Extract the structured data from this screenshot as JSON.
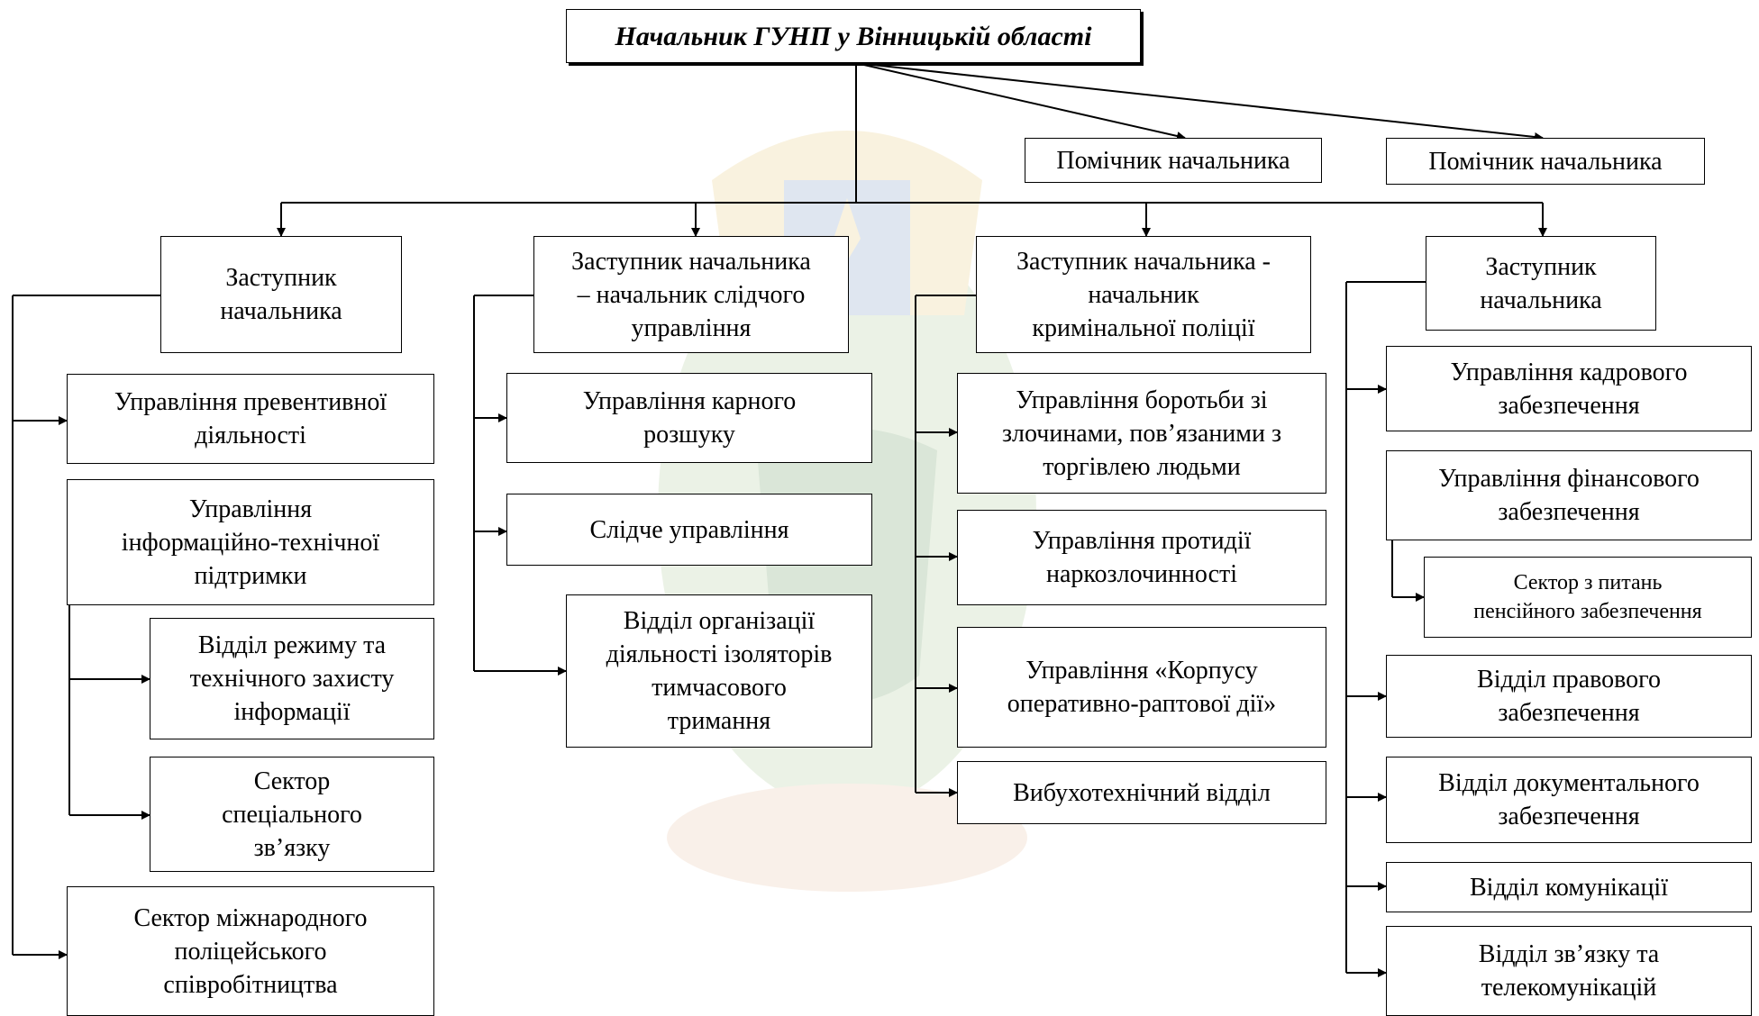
{
  "title": "Начальник ГУНП у Вінницькій області",
  "assistants": [
    "Помічник начальника",
    "Помічник начальника"
  ],
  "deputies": [
    {
      "title": "Заступник\nначальника",
      "units": [
        "Управління превентивної\nдіяльності",
        "Управління\nінформаційно-технічної\nпідтримки",
        "Відділ режиму та\nтехнічного захисту\nінформації",
        "Сектор\nспеціального\nзв’язку",
        "Сектор міжнародного\nполіцейського\nспівробітництва"
      ]
    },
    {
      "title": "Заступник начальника\n– начальник слідчого\nуправління",
      "units": [
        "Управління карного\nрозшуку",
        "Слідче управління",
        "Відділ організації\nдіяльності ізоляторів\nтимчасового\nтримання"
      ]
    },
    {
      "title": "Заступник начальника -\nначальник\nкримінальної  поліції",
      "units": [
        "Управління боротьби зі\nзлочинами, пов’язаними з\nторгівлею людьми",
        "Управління протидії\nнаркозлочинності",
        "Управління «Корпусу\nоперативно-раптової дії»",
        "Вибухотехнічний відділ"
      ]
    },
    {
      "title": "Заступник\nначальника",
      "units": [
        "Управління кадрового\nзабезпечення",
        "Управління фінансового\nзабезпечення",
        "Сектор з питань\nпенсійного забезпечення",
        "Відділ правового\nзабезпечення",
        "Відділ документального\nзабезпечення",
        "Відділ комунікації",
        "Відділ зв’язку та\nтелекомунікацій"
      ]
    }
  ]
}
